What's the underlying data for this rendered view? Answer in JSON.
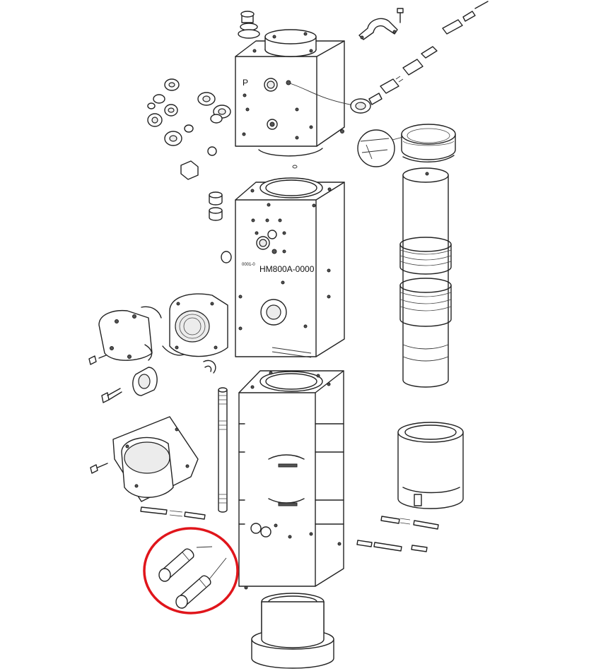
{
  "labels": {
    "port_p": "P",
    "serial_small": "0001-0",
    "model_number": "HM800A-0000"
  },
  "highlight": {
    "color": "#e0151b",
    "target": "pins"
  }
}
